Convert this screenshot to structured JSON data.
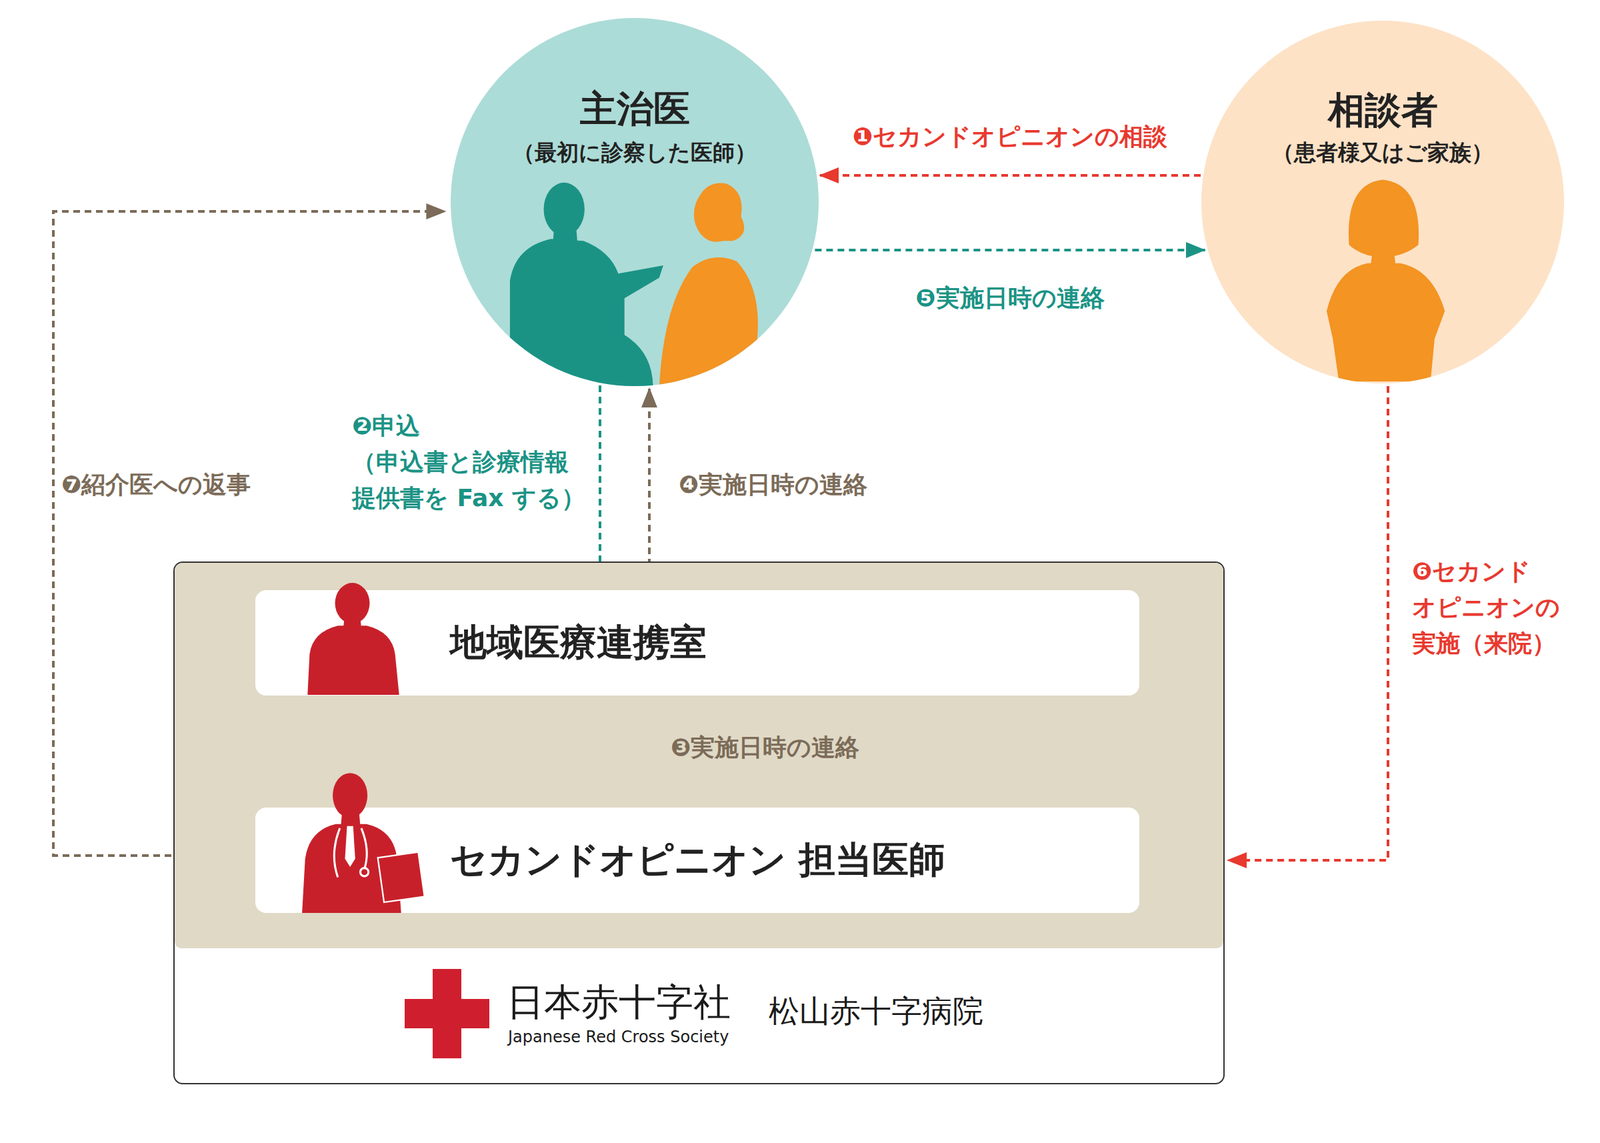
{
  "diagram": {
    "nodes": [
      {
        "text": [
          "主治医",
          "（最初に診察した医師）"
        ]
      },
      {
        "text": [
          "相談者",
          "（患者様又はご家族）"
        ]
      },
      {
        "text": [
          "日本赤十字社",
          "Japanese Red Cross Society",
          "松山赤十字病院"
        ]
      },
      {
        "text": [
          "地域医療連携室"
        ],
        "in": 2
      },
      {
        "text": [
          "セカンドオピニオン 担当医師"
        ],
        "in": 2
      }
    ],
    "edges": [
      {
        "from": 1,
        "to": 0,
        "label": "❶セカンドオピニオンの相談",
        "arrow": "to"
      },
      {
        "from": 0,
        "to": 3,
        "label": "❷申込 （申込書と診療情報 提供書を Fax する）",
        "arrow": "to"
      },
      {
        "from": 3,
        "to": 4,
        "label": "❸実施日時の連絡",
        "arrow": "to"
      },
      {
        "from": 3,
        "to": 0,
        "label": "❹実施日時の連絡",
        "arrow": "to"
      },
      {
        "from": 0,
        "to": 1,
        "label": "❺実施日時の連絡",
        "arrow": "to"
      },
      {
        "from": 1,
        "to": 2,
        "label": "❻セカンド オピニオンの 実施（来院）",
        "arrow": "to"
      },
      {
        "from": 2,
        "to": 0,
        "label": "❼紹介医への返事",
        "arrow": "to"
      }
    ]
  }
}
